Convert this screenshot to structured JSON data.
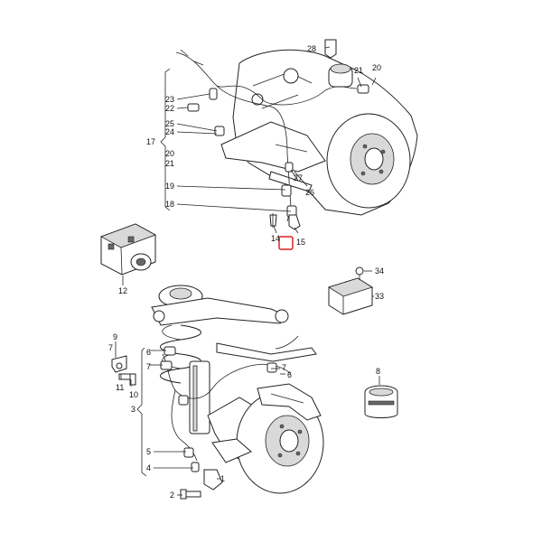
{
  "callouts": {
    "n1": "1",
    "n2": "2",
    "n3": "3",
    "n4": "4",
    "n5": "5",
    "n6": "6",
    "n6b": "6",
    "n7": "7",
    "n8": "8",
    "n9": "9",
    "n10": "10",
    "n11": "11",
    "n12": "12",
    "n14": "14",
    "n15": "15",
    "n17": "17",
    "n18": "18",
    "n19": "19",
    "n20a": "20",
    "n20b": "20",
    "n21a": "21",
    "n21b": "21",
    "n22": "22",
    "n23": "23",
    "n24": "24",
    "n25": "25",
    "n26": "26",
    "n27": "27",
    "n28": "28",
    "n33": "33",
    "n34": "34"
  },
  "highlight_color": "#e02020"
}
